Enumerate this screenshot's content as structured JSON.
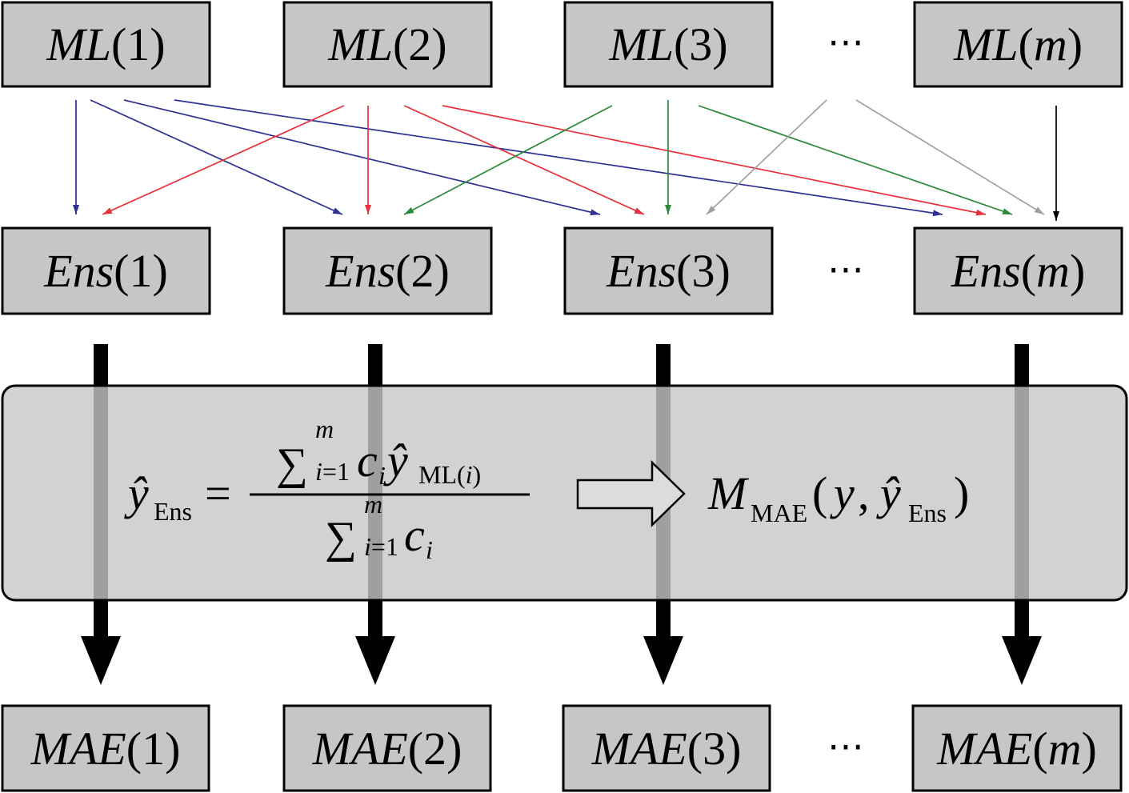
{
  "ml_row": [
    {
      "label": "ML(1)"
    },
    {
      "label": "ML(2)"
    },
    {
      "label": "ML(3)"
    },
    {
      "label": "ML(m)"
    }
  ],
  "ens_row": [
    {
      "label": "Ens(1)"
    },
    {
      "label": "Ens(2)"
    },
    {
      "label": "Ens(3)"
    },
    {
      "label": "Ens(m)"
    }
  ],
  "mae_row": [
    {
      "label": "MAE(1)"
    },
    {
      "label": "MAE(2)"
    },
    {
      "label": "MAE(3)"
    },
    {
      "label": "MAE(m)"
    }
  ],
  "ellipsis": "⋯",
  "formula": {
    "lhs": {
      "symbol": "ŷ",
      "sub": "Ens",
      "equals": "="
    },
    "numerator": {
      "sum": "∑",
      "sup": "m",
      "sub": "i=1",
      "coef": "c",
      "coef_sub": "i",
      "term": "ŷ",
      "term_sub": "ML(i)"
    },
    "denominator": {
      "sum": "∑",
      "sup": "m",
      "sub": "i=1",
      "coef": "c",
      "coef_sub": "i"
    },
    "result": {
      "symbol": "M",
      "sub": "MAE",
      "open": "(",
      "arg1": "y",
      "comma": ",",
      "arg2": "ŷ",
      "arg2_sub": "Ens",
      "close": ")"
    }
  },
  "colors": {
    "box_fill": "#c8c5c5",
    "arrow_ml1": "#2e3192",
    "arrow_ml2": "#e8303c",
    "arrow_ml3": "#2a8a3a",
    "arrow_ellipsis": "#a0a0a0",
    "arrow_mlm": "#000000",
    "flow_arrow": "#000000",
    "implies_arrow_fill": "#dcdcdc"
  }
}
